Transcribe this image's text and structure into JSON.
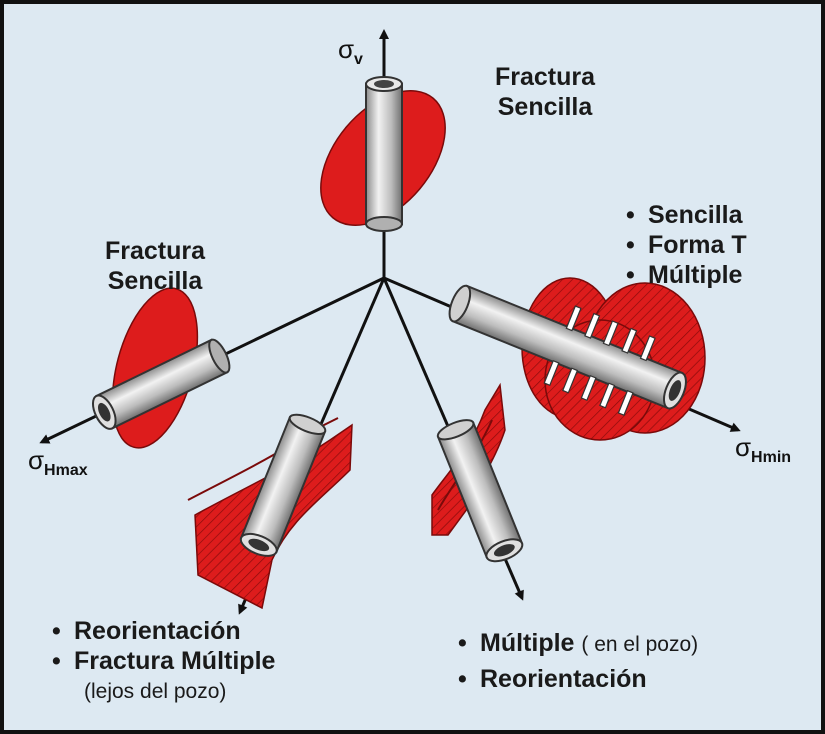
{
  "axes": {
    "v": {
      "symbol": "σ",
      "subscript": "v"
    },
    "hmax": {
      "symbol": "σ",
      "subscript": "Hmax"
    },
    "hmin": {
      "symbol": "σ",
      "subscript": "Hmin"
    }
  },
  "labels": {
    "top": {
      "line1": "Fractura",
      "line2": "Sencilla"
    },
    "left": {
      "line1": "Fractura",
      "line2": "Sencilla"
    }
  },
  "right_list": [
    "Sencilla",
    "Forma T",
    "Múltiple"
  ],
  "bottom_left": {
    "items": [
      "Reorientación",
      "Fractura Múltiple"
    ],
    "note": "(lejos del pozo)"
  },
  "bottom_right": {
    "item1": {
      "main": "Múltiple",
      "note": "( en el pozo)"
    },
    "item2": "Reorientación"
  },
  "bullet": "•",
  "colors": {
    "fracture": "#dd1c1c",
    "background": "#dde9f2",
    "pipe": "#c9c9c9",
    "line": "#111111"
  }
}
